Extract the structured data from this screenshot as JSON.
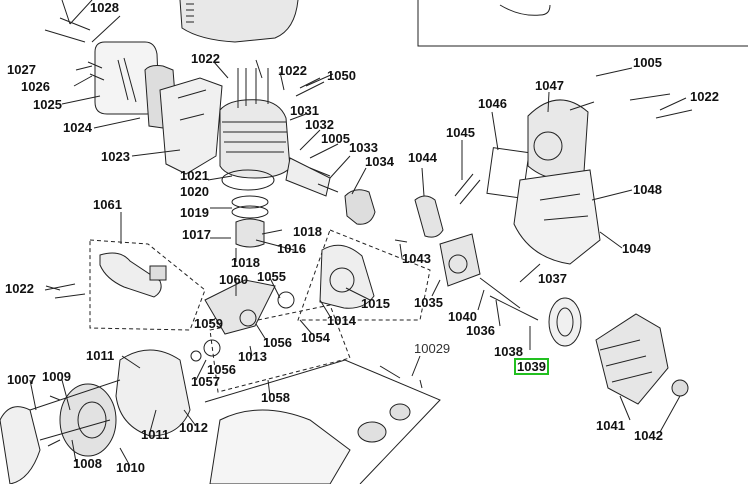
{
  "diagram": {
    "highlight_color": "#22c020",
    "labels": {
      "p1028": "1028",
      "p1027": "1027",
      "p1026": "1026",
      "p1025": "1025",
      "p1024": "1024",
      "p1023": "1023",
      "p1022a": "1022",
      "p1022b": "1022",
      "p1022c": "1022",
      "p1022d": "1022",
      "p1050": "1050",
      "p1031": "1031",
      "p1032": "1032",
      "p1005a": "1005",
      "p1005b": "1005",
      "p1033": "1033",
      "p1034": "1034",
      "p1021": "1021",
      "p1020": "1020",
      "p1019": "1019",
      "p1017": "1017",
      "p1018a": "1018",
      "p1018b": "1018",
      "p1016": "1016",
      "p1061": "1061",
      "p1060": "1060",
      "p1055": "1055",
      "p1059": "1059",
      "p1056a": "1056",
      "p1056b": "1056",
      "p1054": "1054",
      "p1014": "1014",
      "p1015": "1015",
      "p1013": "1013",
      "p1011a": "1011",
      "p1011b": "1011",
      "p1057": "1057",
      "p1058": "1058",
      "p1012": "1012",
      "p1007": "1007",
      "p1009": "1009",
      "p1008": "1008",
      "p1010": "1010",
      "p10029": "10029",
      "p1044": "1044",
      "p1045": "1045",
      "p1046": "1046",
      "p1047": "1047",
      "p1048": "1048",
      "p1049": "1049",
      "p1043": "1043",
      "p1035": "1035",
      "p1037": "1037",
      "p1040": "1040",
      "p1036": "1036",
      "p1038": "1038",
      "p1039": "1039",
      "p1041": "1041",
      "p1042": "1042"
    }
  }
}
